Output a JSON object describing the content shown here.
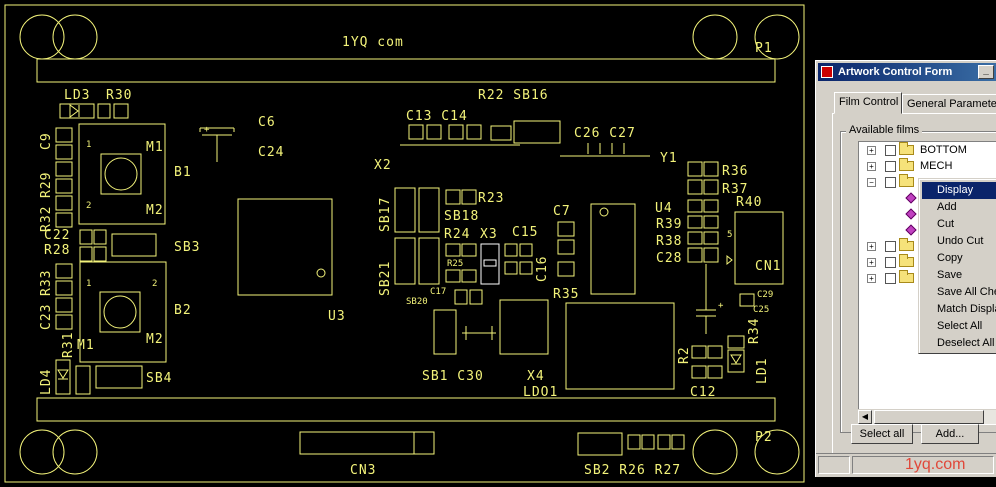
{
  "board": {
    "title": "1YQ com",
    "labels": {
      "p1": "P1",
      "p2": "P2",
      "ld3": "LD3",
      "r30": "R30",
      "c9": "C9",
      "r29": "R29",
      "r32": "R32",
      "c22": "C22",
      "r28": "R28",
      "r33": "R33",
      "c23": "C23",
      "r31": "R31",
      "ld4": "LD4",
      "b1": "B1",
      "b2": "B2",
      "m1a": "M1",
      "m2a": "M2",
      "m1b": "M1",
      "m2b": "M2",
      "pin1a": "1",
      "pin2a": "2",
      "pin1b": "1",
      "pin2b": "2",
      "sb3": "SB3",
      "sb4": "SB4",
      "c6": "C6",
      "c24": "C24",
      "u3": "U3",
      "r22sb16": "R22 SB16",
      "c13c14": "C13 C14",
      "x2": "X2",
      "sb17": "SB17",
      "sb21": "SB21",
      "r23": "R23",
      "sb18": "SB18",
      "r24": "R24",
      "x3": "X3",
      "c15": "C15",
      "r25": "R25",
      "c16": "C16",
      "c17": "C17",
      "sb20": "SB20",
      "c7": "C7",
      "r35": "R35",
      "c26c27": "C26 C27",
      "y1": "Y1",
      "u4": "U4",
      "r39": "R39",
      "r38": "R38",
      "c28": "C28",
      "r36": "R36",
      "r37": "R37",
      "r40": "R40",
      "cn1": "CN1",
      "c29": "C29",
      "c25": "C25",
      "r34": "R34",
      "ld1": "LD1",
      "r2": "R2",
      "c12": "C12",
      "pin5": "5",
      "sb1c30": "SB1 C30",
      "x4": "X4",
      "ldo1": "LDO1",
      "cn3": "CN3",
      "sb2r26r27": "SB2 R26 R27"
    }
  },
  "dialog": {
    "title": "Artwork Control Form",
    "tabs": [
      "Film Control",
      "General Parameters"
    ],
    "group_label": "Available films",
    "films": [
      "BOTTOM",
      "MECH"
    ],
    "context_menu": [
      "Display",
      "Add",
      "Cut",
      "Undo Cut",
      "Copy",
      "Save",
      "Save All Checked",
      "Match Display",
      "Select All",
      "Deselect All"
    ],
    "buttons": {
      "select_all": "Select all",
      "add": "Add..."
    }
  },
  "watermark": "1yq.com",
  "colors": {
    "silkscreen": "#f3f37a",
    "copper_outline": "#ffffff",
    "background": "#000000",
    "menu_highlight": "#0a246a"
  }
}
